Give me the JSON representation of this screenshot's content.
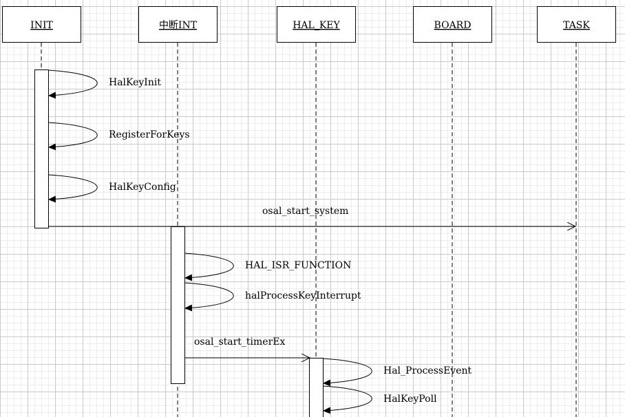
{
  "participants": [
    {
      "label": "INIT"
    },
    {
      "label": "中断INT"
    },
    {
      "label": "HAL_KEY"
    },
    {
      "label": "BOARD"
    },
    {
      "label": "TASK"
    }
  ],
  "messages": [
    {
      "label": "HalKeyInit",
      "from": "INIT",
      "to": "INIT",
      "kind": "self-call"
    },
    {
      "label": "RegisterForKeys",
      "from": "INIT",
      "to": "INIT",
      "kind": "self-call"
    },
    {
      "label": "HalKeyConfig",
      "from": "INIT",
      "to": "INIT",
      "kind": "self-call"
    },
    {
      "label": "osal_start_system",
      "from": "INIT",
      "to": "TASK",
      "kind": "async"
    },
    {
      "label": "HAL_ISR_FUNCTION",
      "from": "中断INT",
      "to": "中断INT",
      "kind": "self-call"
    },
    {
      "label": "halProcessKeyInterrupt",
      "from": "中断INT",
      "to": "中断INT",
      "kind": "self-call"
    },
    {
      "label": "osal_start_timerEx",
      "from": "中断INT",
      "to": "HAL_KEY",
      "kind": "async"
    },
    {
      "label": "Hal_ProcessEvent",
      "from": "HAL_KEY",
      "to": "HAL_KEY",
      "kind": "self-call"
    },
    {
      "label": "HalKeyPoll",
      "from": "HAL_KEY",
      "to": "HAL_KEY",
      "kind": "self-call"
    }
  ]
}
